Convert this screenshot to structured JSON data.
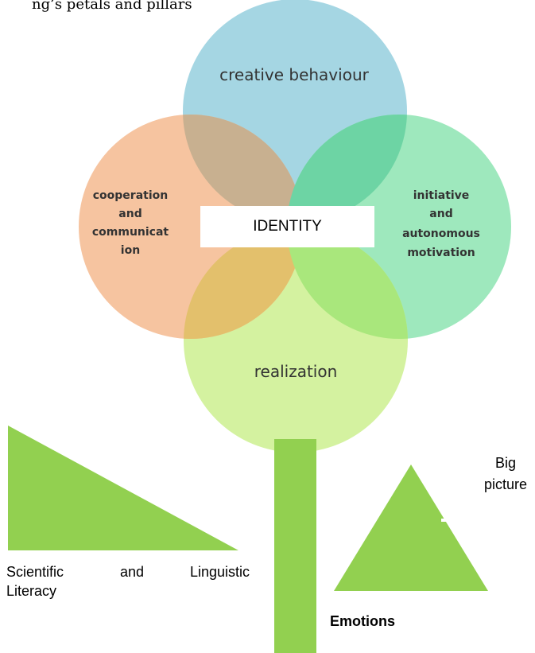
{
  "caption_fragment": "ng’s petals and pillars",
  "petals": {
    "top": {
      "label": "creative behaviour",
      "color": "#a5d6e3"
    },
    "left": {
      "lines": [
        "cooperation",
        "and",
        "communicat",
        "ion"
      ],
      "color": "#f6c4a0"
    },
    "right": {
      "lines": [
        "initiative",
        "and",
        "autonomous",
        "motivation"
      ],
      "color": "#9ee8bd"
    },
    "bottom": {
      "label": "realization",
      "color": "#d4f2a0"
    }
  },
  "center": {
    "label": "IDENTITY"
  },
  "pillars": {
    "color": "#92d050",
    "left_label_words": [
      "Scientific",
      "and",
      "Linguistic"
    ],
    "left_label_line2": "Literacy",
    "right_label_line1": "Big",
    "right_label_line2": "picture",
    "stem_label": "Emotions"
  }
}
